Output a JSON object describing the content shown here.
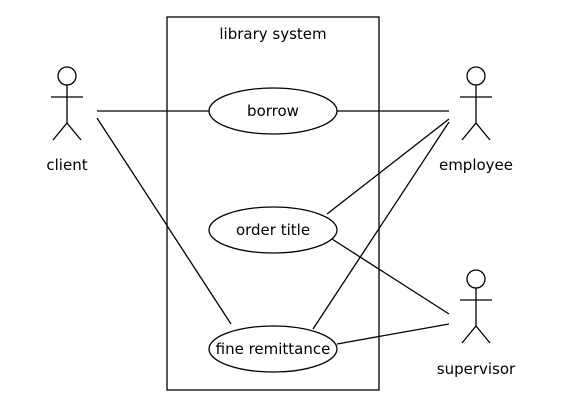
{
  "system": {
    "title": "library system"
  },
  "actors": {
    "client": {
      "label": "client"
    },
    "employee": {
      "label": "employee"
    },
    "supervisor": {
      "label": "supervisor"
    }
  },
  "use_cases": {
    "borrow": {
      "label": "borrow"
    },
    "order_title": {
      "label": "order title"
    },
    "fine_remittance": {
      "label": "fine remittance"
    }
  },
  "associations": [
    {
      "actor": "client",
      "use_case": "borrow"
    },
    {
      "actor": "client",
      "use_case": "fine remittance"
    },
    {
      "actor": "employee",
      "use_case": "borrow"
    },
    {
      "actor": "employee",
      "use_case": "order title"
    },
    {
      "actor": "employee",
      "use_case": "fine remittance"
    },
    {
      "actor": "supervisor",
      "use_case": "order title"
    },
    {
      "actor": "supervisor",
      "use_case": "fine remittance"
    }
  ]
}
